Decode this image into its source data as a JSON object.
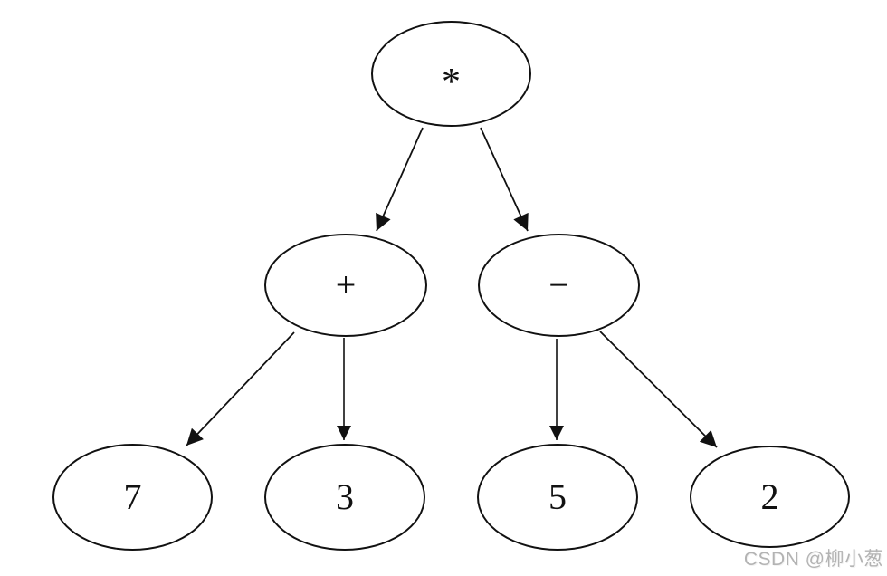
{
  "tree": {
    "kind": "binary-expression-tree",
    "nodes": [
      {
        "id": "root",
        "label": "*"
      },
      {
        "id": "plus",
        "label": "+"
      },
      {
        "id": "minus",
        "label": "−"
      },
      {
        "id": "leaf-7",
        "label": "7"
      },
      {
        "id": "leaf-3",
        "label": "3"
      },
      {
        "id": "leaf-5",
        "label": "5"
      },
      {
        "id": "leaf-2",
        "label": "2"
      }
    ],
    "edges": [
      {
        "from": "root",
        "to": "plus"
      },
      {
        "from": "root",
        "to": "minus"
      },
      {
        "from": "plus",
        "to": "leaf-7"
      },
      {
        "from": "plus",
        "to": "leaf-3"
      },
      {
        "from": "minus",
        "to": "leaf-5"
      },
      {
        "from": "minus",
        "to": "leaf-2"
      }
    ]
  },
  "watermark": {
    "text": "CSDN @柳小葱"
  },
  "colors": {
    "stroke": "#111111",
    "background": "#ffffff",
    "watermark": "#b3b3b3"
  }
}
